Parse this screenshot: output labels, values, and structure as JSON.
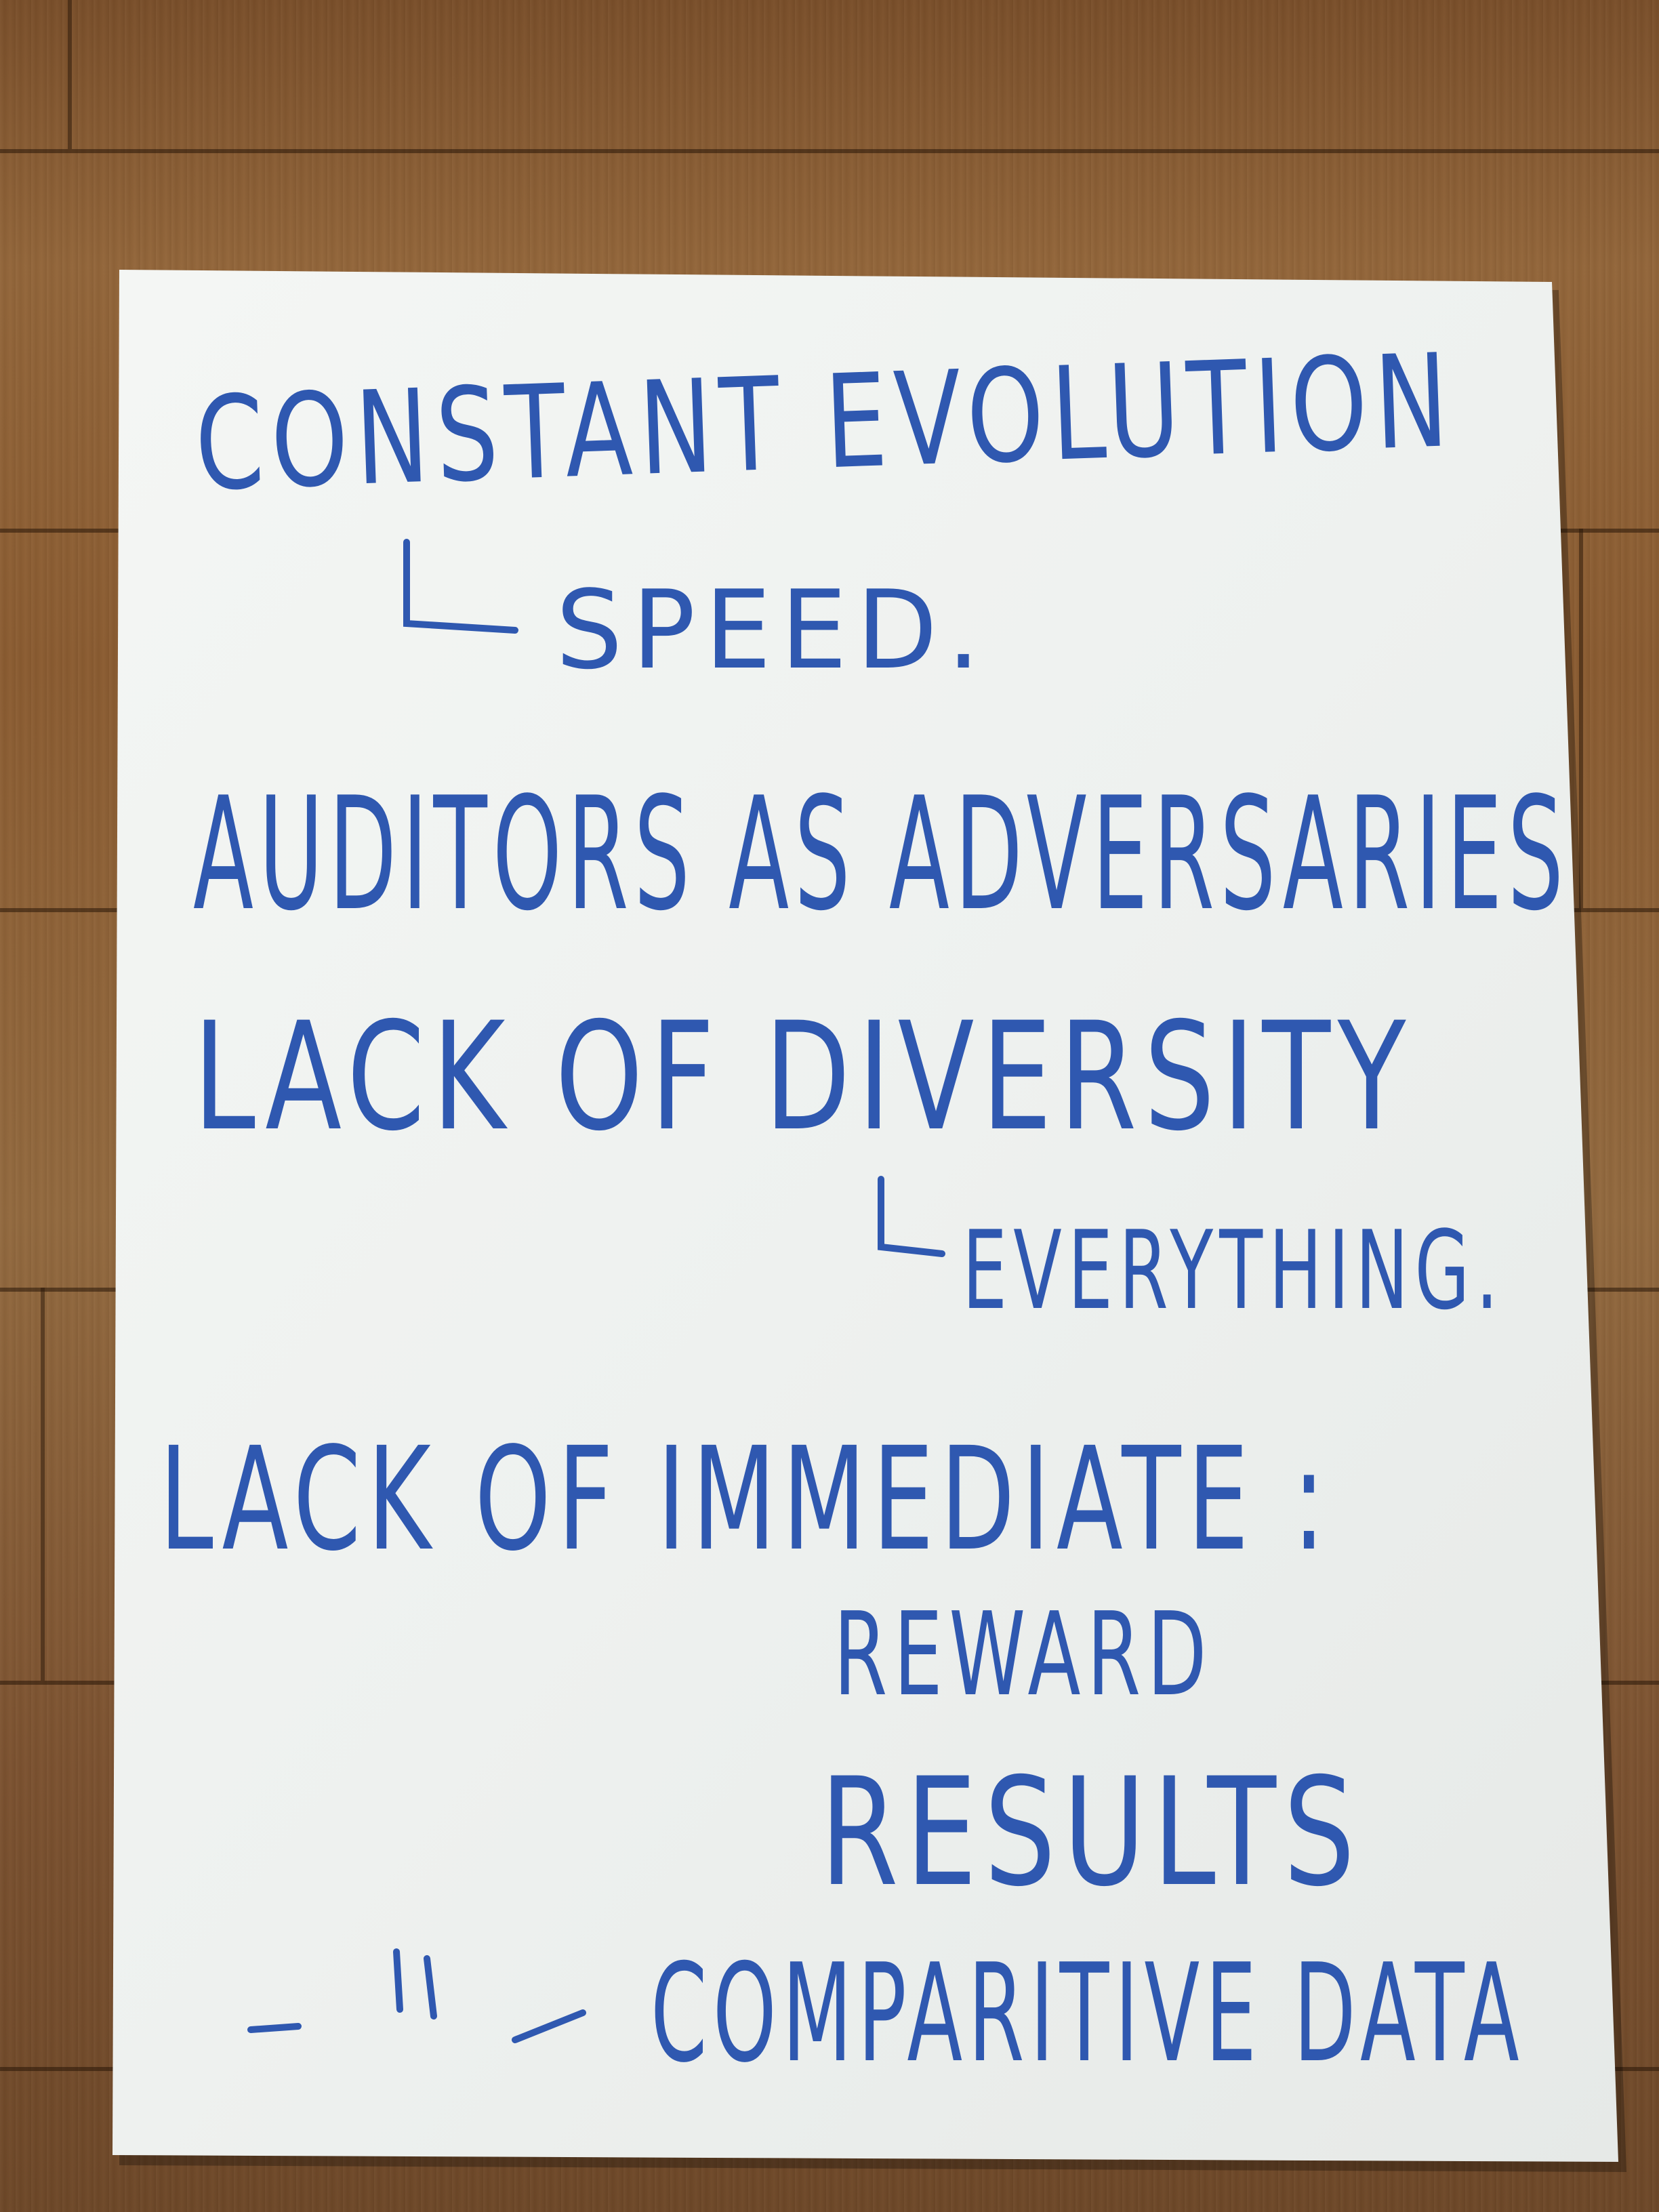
{
  "note": {
    "lines": [
      {
        "text": "CONSTANT EVOLUTION"
      },
      {
        "text": "SPEED."
      },
      {
        "text": "AUDITORS AS ADVERSARIES"
      },
      {
        "text": "LACK OF DIVERSITY"
      },
      {
        "text": "EVERYTHING."
      },
      {
        "text": "LACK OF IMMEDIATE :"
      },
      {
        "text": "REWARD"
      },
      {
        "text": "RESULTS"
      },
      {
        "text": "COMPARITIVE DATA"
      }
    ]
  },
  "colors": {
    "ink": "#2f58b0",
    "paper": "#f3f5f3",
    "floor": "#8a5e34"
  }
}
